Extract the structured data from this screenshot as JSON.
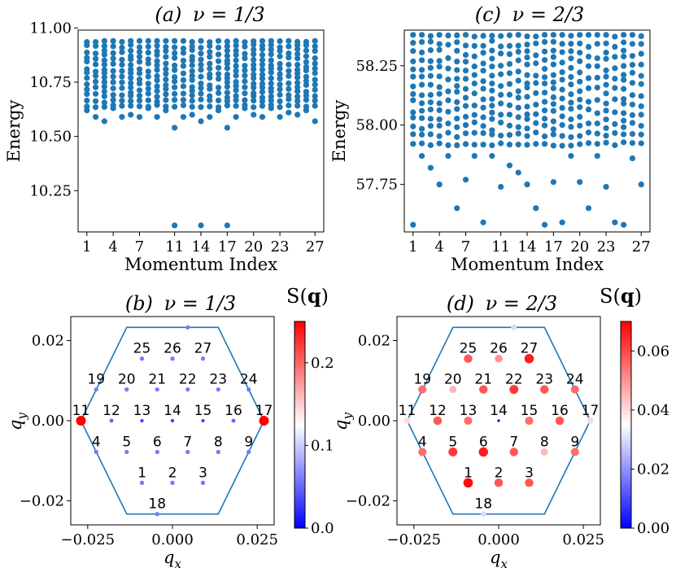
{
  "colors": {
    "point": "#1f77b4",
    "hex_edge": "#1f77b4",
    "cmap_low": "#0000ff",
    "cmap_mid": "#ffffff",
    "cmap_high": "#ff0000"
  },
  "chart_data": [
    {
      "id": "a",
      "type": "scatter",
      "title_prefix": "(a)",
      "title_nu": "ν = 1/3",
      "xlabel": "Momentum Index",
      "ylabel": "Energy",
      "xlim": [
        0,
        28
      ],
      "ylim": [
        10.06,
        10.99
      ],
      "xticks": [
        "1",
        "4",
        "7",
        "11",
        "14",
        "17",
        "20",
        "23",
        "27"
      ],
      "xtick_values": [
        1,
        4,
        7,
        11,
        14,
        17,
        20,
        23,
        27
      ],
      "yticks": [
        "10.25",
        "10.50",
        "10.75",
        "11.00"
      ],
      "ytick_values": [
        10.25,
        10.5,
        10.75,
        11.0
      ],
      "lowest_points": [
        {
          "x": 11,
          "y": 10.09
        },
        {
          "x": 14,
          "y": 10.09
        },
        {
          "x": 17,
          "y": 10.09
        },
        {
          "x": 1,
          "y": 10.62
        },
        {
          "x": 2,
          "y": 10.59
        },
        {
          "x": 3,
          "y": 10.57
        },
        {
          "x": 4,
          "y": 10.63
        },
        {
          "x": 5,
          "y": 10.59
        },
        {
          "x": 6,
          "y": 10.6
        },
        {
          "x": 7,
          "y": 10.59
        },
        {
          "x": 8,
          "y": 10.63
        },
        {
          "x": 9,
          "y": 10.59
        },
        {
          "x": 10,
          "y": 10.62
        },
        {
          "x": 11,
          "y": 10.54
        },
        {
          "x": 12,
          "y": 10.59
        },
        {
          "x": 13,
          "y": 10.6
        },
        {
          "x": 14,
          "y": 10.57
        },
        {
          "x": 15,
          "y": 10.59
        },
        {
          "x": 16,
          "y": 10.62
        },
        {
          "x": 17,
          "y": 10.54
        },
        {
          "x": 18,
          "y": 10.59
        },
        {
          "x": 19,
          "y": 10.63
        },
        {
          "x": 20,
          "y": 10.6
        },
        {
          "x": 21,
          "y": 10.59
        },
        {
          "x": 22,
          "y": 10.63
        },
        {
          "x": 23,
          "y": 10.59
        },
        {
          "x": 24,
          "y": 10.61
        },
        {
          "x": 25,
          "y": 10.6
        },
        {
          "x": 26,
          "y": 10.62
        },
        {
          "x": 27,
          "y": 10.57
        }
      ],
      "band": {
        "x_from": 1,
        "x_to": 27,
        "y_from": 10.64,
        "y_to": 10.94
      }
    },
    {
      "id": "c",
      "type": "scatter",
      "title_prefix": "(c)",
      "title_nu": "ν = 2/3",
      "xlabel": "Momentum Index",
      "ylabel": "Energy",
      "xlim": [
        0,
        28
      ],
      "ylim": [
        57.55,
        58.4
      ],
      "xticks": [
        "1",
        "4",
        "7",
        "11",
        "14",
        "17",
        "20",
        "23",
        "27"
      ],
      "xtick_values": [
        1,
        4,
        7,
        11,
        14,
        17,
        20,
        23,
        27
      ],
      "yticks": [
        "57.75",
        "58.00",
        "58.25"
      ],
      "ytick_values": [
        57.75,
        58.0,
        58.25
      ],
      "lowest_points": [
        {
          "x": 1,
          "y": 57.58
        },
        {
          "x": 2,
          "y": 57.87
        },
        {
          "x": 3,
          "y": 57.82
        },
        {
          "x": 4,
          "y": 57.75
        },
        {
          "x": 5,
          "y": 57.87
        },
        {
          "x": 6,
          "y": 57.65
        },
        {
          "x": 7,
          "y": 57.77
        },
        {
          "x": 8,
          "y": 57.87
        },
        {
          "x": 9,
          "y": 57.59
        },
        {
          "x": 10,
          "y": 57.87
        },
        {
          "x": 11,
          "y": 57.74
        },
        {
          "x": 12,
          "y": 57.83
        },
        {
          "x": 13,
          "y": 57.8
        },
        {
          "x": 14,
          "y": 57.75
        },
        {
          "x": 15,
          "y": 57.65
        },
        {
          "x": 16,
          "y": 57.58
        },
        {
          "x": 17,
          "y": 57.76
        },
        {
          "x": 18,
          "y": 57.59
        },
        {
          "x": 19,
          "y": 57.87
        },
        {
          "x": 20,
          "y": 57.76
        },
        {
          "x": 21,
          "y": 57.65
        },
        {
          "x": 22,
          "y": 57.87
        },
        {
          "x": 23,
          "y": 57.74
        },
        {
          "x": 24,
          "y": 57.59
        },
        {
          "x": 25,
          "y": 57.58
        },
        {
          "x": 26,
          "y": 57.86
        },
        {
          "x": 27,
          "y": 57.75
        }
      ],
      "band": {
        "x_from": 1,
        "x_to": 27,
        "y_from": 57.92,
        "y_to": 58.38
      }
    },
    {
      "id": "b",
      "type": "scatter",
      "title_prefix": "(b)",
      "title_nu": "ν = 1/3",
      "xlabel": "q_x",
      "ylabel": "q_y",
      "colorbar_label": "S(q)",
      "xlim": [
        -0.03,
        0.03
      ],
      "ylim": [
        -0.026,
        0.026
      ],
      "xticks": [
        "−0.025",
        "0.000",
        "0.025"
      ],
      "xtick_values": [
        -0.025,
        0.0,
        0.025
      ],
      "yticks": [
        "−0.02",
        "0.00",
        "0.02"
      ],
      "ytick_values": [
        -0.02,
        0.0,
        0.02
      ],
      "colorbar_ticks": [
        "0.0",
        "0.1",
        "0.2"
      ],
      "colorbar_tick_values": [
        0.0,
        0.1,
        0.2
      ],
      "cbar_range": [
        0.0,
        0.25
      ],
      "hexagon": [
        [
          -0.0135,
          0.0233
        ],
        [
          0.0135,
          0.0233
        ],
        [
          0.027,
          0.0
        ],
        [
          0.0135,
          -0.0233
        ],
        [
          -0.0135,
          -0.0233
        ],
        [
          -0.027,
          0.0
        ]
      ],
      "points": [
        {
          "k": "1",
          "qx": -0.009,
          "qy": -0.0155,
          "s": 0.06
        },
        {
          "k": "2",
          "qx": 0.0,
          "qy": -0.0155,
          "s": 0.06
        },
        {
          "k": "3",
          "qx": 0.009,
          "qy": -0.0155,
          "s": 0.06
        },
        {
          "k": "4",
          "qx": -0.0225,
          "qy": -0.0078,
          "s": 0.06
        },
        {
          "k": "5",
          "qx": -0.0135,
          "qy": -0.0078,
          "s": 0.06
        },
        {
          "k": "6",
          "qx": -0.0045,
          "qy": -0.0078,
          "s": 0.06
        },
        {
          "k": "7",
          "qx": 0.0045,
          "qy": -0.0078,
          "s": 0.06
        },
        {
          "k": "8",
          "qx": 0.0135,
          "qy": -0.0078,
          "s": 0.06
        },
        {
          "k": "9",
          "qx": 0.0225,
          "qy": -0.0078,
          "s": 0.06
        },
        {
          "k": "11",
          "qx": -0.027,
          "qy": 0.0,
          "s": 0.25
        },
        {
          "k": "12",
          "qx": -0.018,
          "qy": 0.0,
          "s": 0.05
        },
        {
          "k": "13",
          "qx": -0.009,
          "qy": 0.0,
          "s": 0.03
        },
        {
          "k": "14",
          "qx": 0.0,
          "qy": 0.0,
          "s": 0.03
        },
        {
          "k": "15",
          "qx": 0.009,
          "qy": 0.0,
          "s": 0.03
        },
        {
          "k": "16",
          "qx": 0.018,
          "qy": 0.0,
          "s": 0.05
        },
        {
          "k": "17",
          "qx": 0.027,
          "qy": 0.0,
          "s": 0.25
        },
        {
          "k": "18",
          "qx": -0.0045,
          "qy": -0.0233,
          "s": 0.06
        },
        {
          "k": "19",
          "qx": -0.0225,
          "qy": 0.0078,
          "s": 0.06
        },
        {
          "k": "20",
          "qx": -0.0135,
          "qy": 0.0078,
          "s": 0.06
        },
        {
          "k": "21",
          "qx": -0.0045,
          "qy": 0.0078,
          "s": 0.06
        },
        {
          "k": "22",
          "qx": 0.0045,
          "qy": 0.0078,
          "s": 0.06
        },
        {
          "k": "23",
          "qx": 0.0135,
          "qy": 0.0078,
          "s": 0.06
        },
        {
          "k": "24",
          "qx": 0.0225,
          "qy": 0.0078,
          "s": 0.06
        },
        {
          "k": "25",
          "qx": -0.009,
          "qy": 0.0155,
          "s": 0.06
        },
        {
          "k": "26",
          "qx": 0.0,
          "qy": 0.0155,
          "s": 0.06
        },
        {
          "k": "27",
          "qx": 0.009,
          "qy": 0.0155,
          "s": 0.06
        },
        {
          "k": "",
          "qx": 0.0045,
          "qy": 0.0233,
          "s": 0.06
        }
      ]
    },
    {
      "id": "d",
      "type": "scatter",
      "title_prefix": "(d)",
      "title_nu": "ν = 2/3",
      "xlabel": "q_x",
      "ylabel": "q_y",
      "colorbar_label": "S(q)",
      "xlim": [
        -0.03,
        0.03
      ],
      "ylim": [
        -0.026,
        0.026
      ],
      "xticks": [
        "−0.025",
        "0.000",
        "0.025"
      ],
      "xtick_values": [
        -0.025,
        0.0,
        0.025
      ],
      "yticks": [
        "−0.02",
        "0.00",
        "0.02"
      ],
      "ytick_values": [
        -0.02,
        0.0,
        0.02
      ],
      "colorbar_ticks": [
        "0.00",
        "0.02",
        "0.04",
        "0.06"
      ],
      "colorbar_tick_values": [
        0.0,
        0.02,
        0.04,
        0.06
      ],
      "cbar_range": [
        0.0,
        0.07
      ],
      "hexagon": [
        [
          -0.0135,
          0.0233
        ],
        [
          0.0135,
          0.0233
        ],
        [
          0.027,
          0.0
        ],
        [
          0.0135,
          -0.0233
        ],
        [
          -0.0135,
          -0.0233
        ],
        [
          -0.027,
          0.0
        ]
      ],
      "points": [
        {
          "k": "1",
          "qx": -0.009,
          "qy": -0.0155,
          "s": 0.068
        },
        {
          "k": "2",
          "qx": 0.0,
          "qy": -0.0155,
          "s": 0.058
        },
        {
          "k": "3",
          "qx": 0.009,
          "qy": -0.0155,
          "s": 0.058
        },
        {
          "k": "4",
          "qx": -0.0225,
          "qy": -0.0078,
          "s": 0.055
        },
        {
          "k": "5",
          "qx": -0.0135,
          "qy": -0.0078,
          "s": 0.062
        },
        {
          "k": "6",
          "qx": -0.0045,
          "qy": -0.0078,
          "s": 0.066
        },
        {
          "k": "7",
          "qx": 0.0045,
          "qy": -0.0078,
          "s": 0.058
        },
        {
          "k": "8",
          "qx": 0.0135,
          "qy": -0.0078,
          "s": 0.045
        },
        {
          "k": "9",
          "qx": 0.0225,
          "qy": -0.0078,
          "s": 0.055
        },
        {
          "k": "11",
          "qx": -0.027,
          "qy": 0.0,
          "s": 0.04
        },
        {
          "k": "12",
          "qx": -0.018,
          "qy": 0.0,
          "s": 0.058
        },
        {
          "k": "13",
          "qx": -0.009,
          "qy": 0.0,
          "s": 0.055
        },
        {
          "k": "14",
          "qx": 0.0,
          "qy": 0.0,
          "s": 0.0
        },
        {
          "k": "15",
          "qx": 0.009,
          "qy": 0.0,
          "s": 0.055
        },
        {
          "k": "16",
          "qx": 0.018,
          "qy": 0.0,
          "s": 0.058
        },
        {
          "k": "17",
          "qx": 0.027,
          "qy": 0.0,
          "s": 0.04
        },
        {
          "k": "18",
          "qx": -0.0045,
          "qy": -0.0233,
          "s": 0.03
        },
        {
          "k": "19",
          "qx": -0.0225,
          "qy": 0.0078,
          "s": 0.055
        },
        {
          "k": "20",
          "qx": -0.0135,
          "qy": 0.0078,
          "s": 0.045
        },
        {
          "k": "21",
          "qx": -0.0045,
          "qy": 0.0078,
          "s": 0.058
        },
        {
          "k": "22",
          "qx": 0.0045,
          "qy": 0.0078,
          "s": 0.062
        },
        {
          "k": "23",
          "qx": 0.0135,
          "qy": 0.0078,
          "s": 0.058
        },
        {
          "k": "24",
          "qx": 0.0225,
          "qy": 0.0078,
          "s": 0.055
        },
        {
          "k": "25",
          "qx": -0.009,
          "qy": 0.0155,
          "s": 0.058
        },
        {
          "k": "26",
          "qx": 0.0,
          "qy": 0.0155,
          "s": 0.05
        },
        {
          "k": "27",
          "qx": 0.009,
          "qy": 0.0155,
          "s": 0.066
        },
        {
          "k": "",
          "qx": 0.0045,
          "qy": 0.0233,
          "s": 0.03
        }
      ]
    }
  ]
}
